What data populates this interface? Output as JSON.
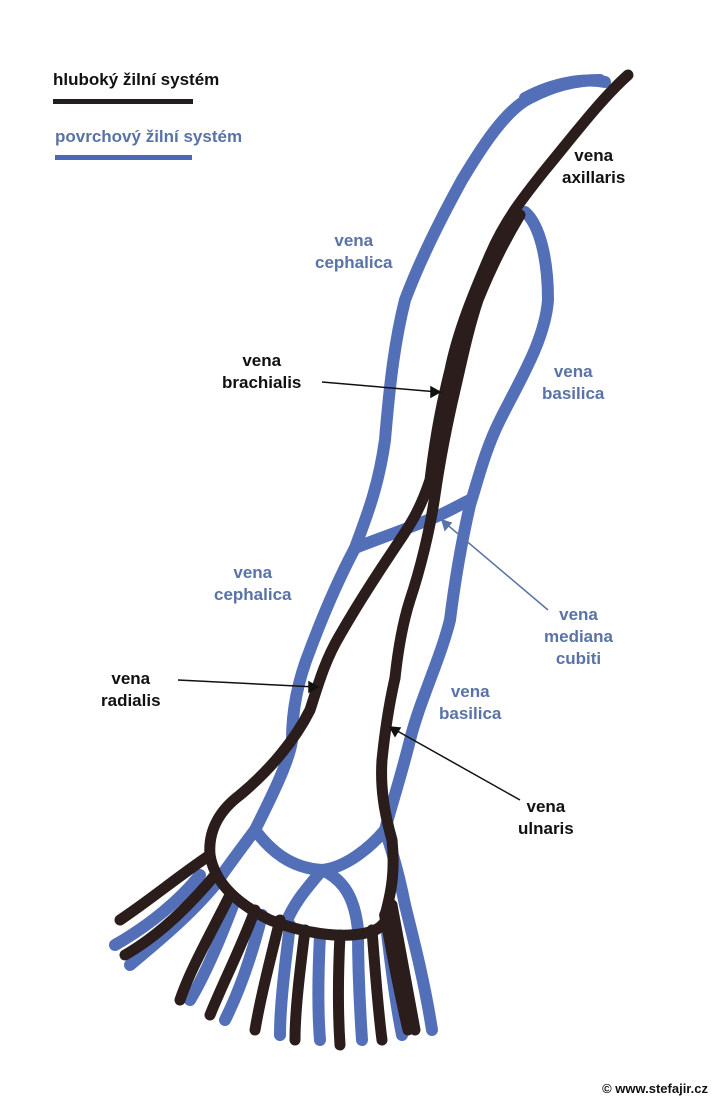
{
  "legend": {
    "deep": {
      "label": "hluboký žilní systém",
      "color": "#231f20"
    },
    "superficial": {
      "label": "povrchový žilní systém",
      "color": "#4a68b4"
    }
  },
  "labels": {
    "vena_axillaris": [
      "vena",
      "axillaris"
    ],
    "vena_cephalica_upper": [
      "vena",
      "cephalica"
    ],
    "vena_brachialis": [
      "vena",
      "brachialis"
    ],
    "vena_basilica_upper": [
      "vena",
      "basilica"
    ],
    "vena_cephalica_lower": [
      "vena",
      "cephalica"
    ],
    "vena_mediana_cubiti": [
      "vena",
      "mediana",
      "cubiti"
    ],
    "vena_radialis": [
      "vena",
      "radialis"
    ],
    "vena_basilica_lower": [
      "vena",
      "basilica"
    ],
    "vena_ulnaris": [
      "vena",
      "ulnaris"
    ]
  },
  "copyright": "© www.stefajir.cz",
  "colors": {
    "deep_vein": "#2a1d1c",
    "superficial_vein": "#4a68b4",
    "deep_label": "#111111",
    "superficial_label": "#5a73a6"
  }
}
